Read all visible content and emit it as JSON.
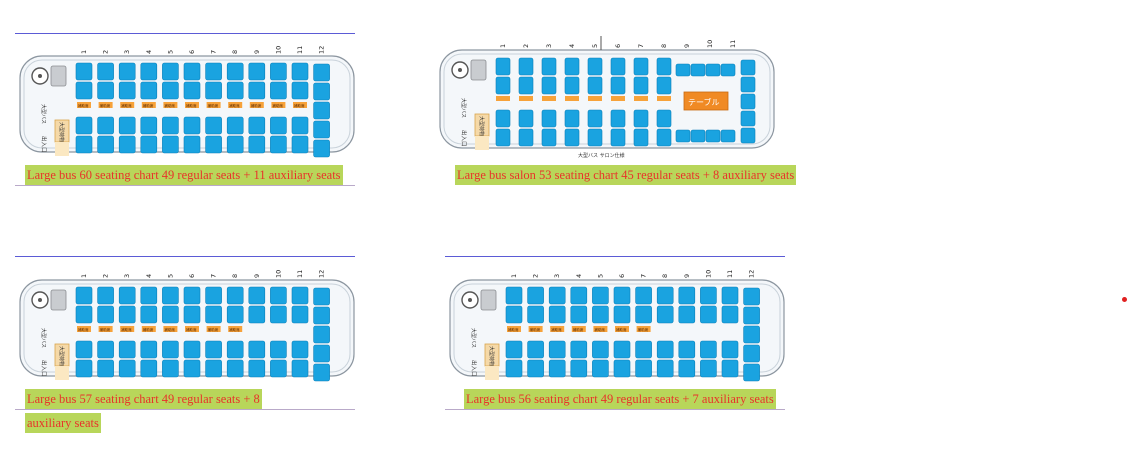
{
  "diagrams": [
    {
      "caption": "Large bus 60 seating chart 49 regular seats + 11 auxiliary seats",
      "row_numbers": [
        "1",
        "2",
        "3",
        "4",
        "5",
        "6",
        "7",
        "8",
        "9",
        "10",
        "11",
        "12"
      ],
      "aux_tag": "補助席",
      "bus_label": "大型バス",
      "luggage_label": "大型荷物",
      "entrance_label": "出入口"
    },
    {
      "caption": "Large bus salon 53 seating chart 45 regular seats + 8 auxiliary seats",
      "row_numbers": [
        "1",
        "2",
        "3",
        "4",
        "5",
        "6",
        "7",
        "8",
        "9",
        "10",
        "11"
      ],
      "aux_tag": "補助席",
      "bus_label": "大型バス",
      "luggage_label": "大型荷物",
      "entrance_label": "出入口",
      "table_label": "テーブル",
      "footer_label": "大型バス サロン仕様"
    },
    {
      "caption_line1": "Large bus 57 seating chart 49 regular seats + 8",
      "caption_line2": "auxiliary seats",
      "row_numbers": [
        "1",
        "2",
        "3",
        "4",
        "5",
        "6",
        "7",
        "8",
        "9",
        "10",
        "11",
        "12"
      ],
      "aux_tag": "補助席",
      "bus_label": "大型バス",
      "luggage_label": "大型荷物",
      "entrance_label": "出入口"
    },
    {
      "caption": "Large bus 56 seating chart 49 regular seats + 7 auxiliary seats",
      "row_numbers": [
        "1",
        "2",
        "3",
        "4",
        "5",
        "6",
        "7",
        "8",
        "9",
        "10",
        "11",
        "12"
      ],
      "aux_tag": "補助席",
      "bus_label": "大型バス",
      "luggage_label": "大型荷物",
      "entrance_label": "出入口"
    }
  ],
  "colors": {
    "seat": "#1aa3e0",
    "seat_dark": "#0b7fb8",
    "aux": "#f7a23a",
    "table": "#f08a24",
    "caption_text": "#e8332a",
    "caption_bg": "#b8d65a",
    "rule": "#5b5bd6"
  }
}
